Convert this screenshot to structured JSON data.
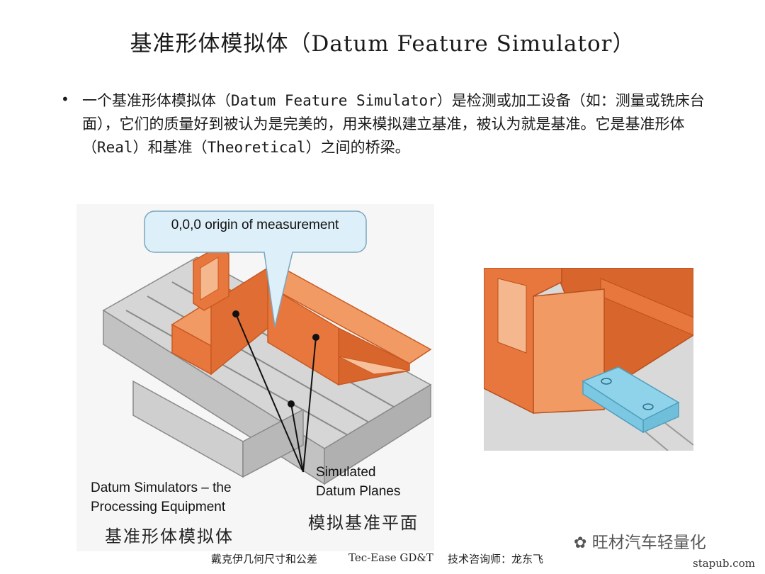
{
  "slide": {
    "title": "基准形体模拟体（Datum Feature Simulator）",
    "bullet": "一个基准形体模拟体（Datum Feature Simulator）是检测或加工设备（如：测量或铣床台面），它们的质量好到被认为是完美的，用来模拟建立基准，被认为就是基准。它是基准形体（Real）和基准（Theoretical）之间的桥梁。"
  },
  "figure": {
    "callout": "0,0,0 origin of measurement",
    "label_simulated_line1": "Simulated",
    "label_simulated_line2": "Datum Planes",
    "label_processing_line1": "Datum Simulators – the",
    "label_processing_line2": "Processing Equipment",
    "label_processing_cn": "基准形体模拟体",
    "label_simulated_cn": "模拟基准平面"
  },
  "footer": {
    "left": "戴克伊几何尺寸和公差",
    "middle": "Tec-Ease GD&T",
    "right": "技术咨询师：龙东飞"
  },
  "watermark": {
    "text": "旺材汽车轻量化"
  },
  "site": {
    "text": "stapub.com"
  },
  "colors": {
    "orange": "#E8773E",
    "orange_dark": "#C85A22",
    "table_gray": "#D3D3D3",
    "callout_fill": "#DDEFF8",
    "blue_block": "#8FD3EA"
  }
}
